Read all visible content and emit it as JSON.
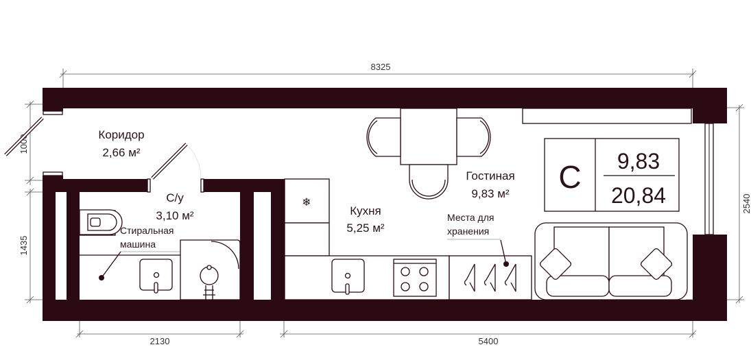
{
  "dimensions": {
    "total_length": "8325",
    "height_right": "2540",
    "corridor_width": "1000",
    "bath_height": "1435",
    "bath_length": "2130",
    "kitchen_length": "5400"
  },
  "rooms": {
    "corridor": {
      "name": "Коридор",
      "area": "2,66 м²"
    },
    "bathroom": {
      "name": "С/у",
      "area": "3,10  м²"
    },
    "kitchen": {
      "name": "Кухня",
      "area": "5,25 м²"
    },
    "living": {
      "name": "Гостиная",
      "area": "9,83 м²"
    }
  },
  "callouts": {
    "washer_line1": "Стиральная",
    "washer_line2": "машина",
    "storage_line1": "Места для",
    "storage_line2": "хранения"
  },
  "legend": {
    "type": "С",
    "living_area": "9,83",
    "total_area": "20,84"
  },
  "icons": {
    "fridge": "snowflake-icon"
  },
  "colors": {
    "wall": "#2b0a12"
  }
}
